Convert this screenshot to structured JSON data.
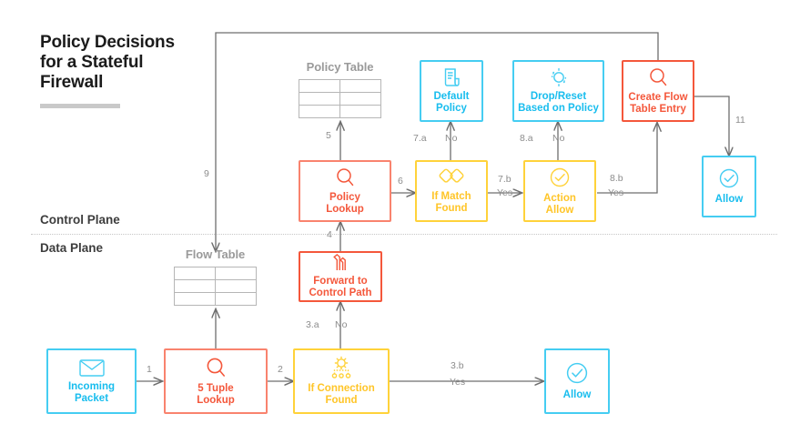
{
  "title": {
    "line1": "Policy Decisions",
    "line2": "for a Stateful",
    "line3": "Firewall"
  },
  "planes": {
    "control": "Control Plane",
    "data": "Data Plane"
  },
  "tables": [
    {
      "name": "policy-table",
      "title": "Policy Table",
      "rows": 3,
      "cols": 2
    },
    {
      "name": "flow-table",
      "title": "Flow Table",
      "rows": 3,
      "cols": 2
    }
  ],
  "nodes": {
    "incoming_packet": {
      "label": "Incoming\nPacket",
      "label_l1": "Incoming",
      "label_l2": "Packet",
      "icon": "envelope-icon",
      "color": "#45cdf2"
    },
    "five_tuple_lookup": {
      "label_l1": "5 Tuple",
      "label_l2": "Lookup",
      "icon": "magnifier-icon",
      "color": "#f9836e"
    },
    "if_connection_found": {
      "label_l1": "If Connection",
      "label_l2": "Found",
      "icon": "gear-nodes-icon",
      "color": "#ffd23a"
    },
    "allow_data": {
      "label_l1": "Allow",
      "label_l2": "",
      "icon": "check-circle-icon",
      "color": "#45cdf2"
    },
    "forward_control": {
      "label_l1": "Forward to",
      "label_l2": "Control Path",
      "icon": "signpost-icon",
      "color": "#f4573b"
    },
    "policy_lookup": {
      "label_l1": "Policy",
      "label_l2": "Lookup",
      "icon": "magnifier-icon",
      "color": "#f4573b"
    },
    "if_match_found": {
      "label_l1": "If Match",
      "label_l2": "Found",
      "icon": "diamonds-icon",
      "color": "#ffd23a"
    },
    "action_allow": {
      "label_l1": "Action",
      "label_l2": "Allow",
      "icon": "check-circle-icon",
      "color": "#ffd23a"
    },
    "default_policy": {
      "label_l1": "Default",
      "label_l2": "Policy",
      "icon": "document-icon",
      "color": "#45cdf2"
    },
    "drop_reset": {
      "label_l1": "Drop/Reset",
      "label_l2": "Based on Policy",
      "icon": "target-circle-icon",
      "color": "#45cdf2"
    },
    "create_flow_entry": {
      "label_l1": "Create Flow",
      "label_l2": "Table Entry",
      "icon": "magnifier-icon",
      "color": "#f4573b"
    },
    "allow_control": {
      "label_l1": "Allow",
      "label_l2": "",
      "icon": "check-circle-icon",
      "color": "#45cdf2"
    }
  },
  "edges": [
    {
      "id": "e1",
      "num": "1",
      "answer": ""
    },
    {
      "id": "e2",
      "num": "2",
      "answer": ""
    },
    {
      "id": "e3a",
      "num": "3.a",
      "answer": "No"
    },
    {
      "id": "e3b",
      "num": "3.b",
      "answer": "Yes"
    },
    {
      "id": "e4",
      "num": "4",
      "answer": ""
    },
    {
      "id": "e5",
      "num": "5",
      "answer": ""
    },
    {
      "id": "e6",
      "num": "6",
      "answer": ""
    },
    {
      "id": "e7a",
      "num": "7.a",
      "answer": "No"
    },
    {
      "id": "e7b",
      "num": "7.b",
      "answer": "Yes"
    },
    {
      "id": "e8a",
      "num": "8.a",
      "answer": "No"
    },
    {
      "id": "e8b",
      "num": "8.b",
      "answer": "Yes"
    },
    {
      "id": "e9",
      "num": "9",
      "answer": ""
    },
    {
      "id": "e11",
      "num": "11",
      "answer": ""
    }
  ],
  "colors": {
    "cyan": "#45cdf2",
    "cyan_text": "#18bdee",
    "red": "#f4573b",
    "red_light": "#f9836e",
    "yellow": "#ffd23a",
    "yellow_text": "#ffc528",
    "gray_line": "#6d6d6d",
    "gray_text": "#8c8c8c",
    "table_gray": "#9a9a9a"
  }
}
